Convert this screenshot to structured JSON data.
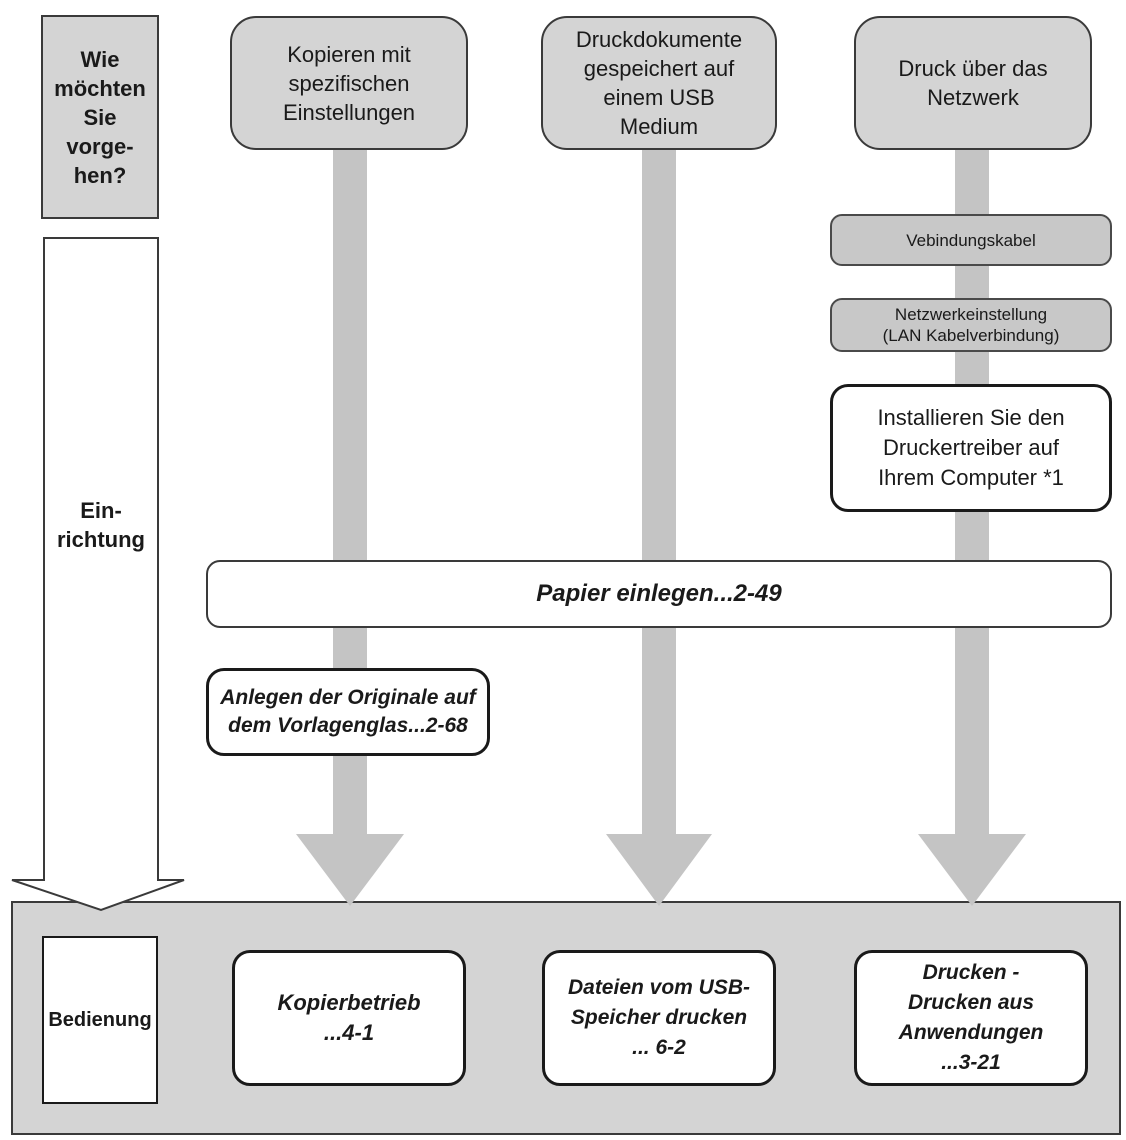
{
  "question_label": [
    "Wie",
    "möchten",
    "Sie",
    "vorge-",
    "hen?"
  ],
  "setup_label": [
    "Ein-",
    "richtung"
  ],
  "operation_label": "Bedienung",
  "columns": [
    {
      "heading": [
        "Kopieren mit",
        "spezifischen",
        "Einstellungen"
      ]
    },
    {
      "heading": [
        "Druckdokumente",
        "gespeichert auf",
        "einem USB",
        "Medium"
      ]
    },
    {
      "heading": [
        "Druck über das",
        "Netzwerk"
      ]
    }
  ],
  "network_steps": {
    "cable": "Vebindungskabel",
    "network_setting": [
      "Netzwerkeinstellung",
      "(LAN Kabelverbindung)"
    ],
    "driver": [
      "Installieren Sie den",
      "Druckertreiber auf",
      "Ihrem Computer *1"
    ]
  },
  "paper_step": "Papier einlegen...2-49",
  "originals_step": [
    "Anlegen der Originale auf",
    "dem Vorlagenglas...2-68"
  ],
  "results": [
    [
      "Kopierbetrieb",
      "...4-1"
    ],
    [
      "Dateien vom USB-",
      "Speicher drucken",
      "... 6-2"
    ],
    [
      "Drucken -",
      "Drucken aus",
      "Anwendungen",
      "...3-21"
    ]
  ],
  "colors": {
    "arrow": "#c4c4c4",
    "panel": "#d4d4d4",
    "outline": "#1a1a1a"
  }
}
